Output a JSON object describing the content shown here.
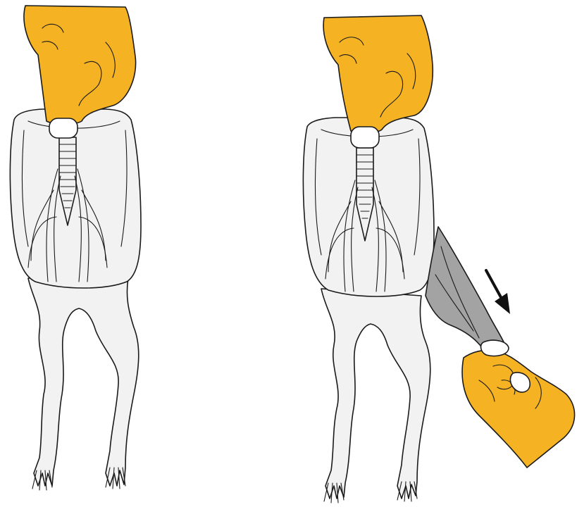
{
  "figure": {
    "panels": [
      {
        "id": "before",
        "state": "body held at the head; skin intact"
      },
      {
        "id": "after",
        "state": "skin being peeled down off the body"
      }
    ],
    "colors": {
      "glove": "#f5b324",
      "body": "#f2f2f2",
      "peeled_skin": "#a3a3a3",
      "outline": "#1a1a1a",
      "arrow": "#111111"
    },
    "icons": [
      "pull-direction-arrow-icon"
    ]
  }
}
